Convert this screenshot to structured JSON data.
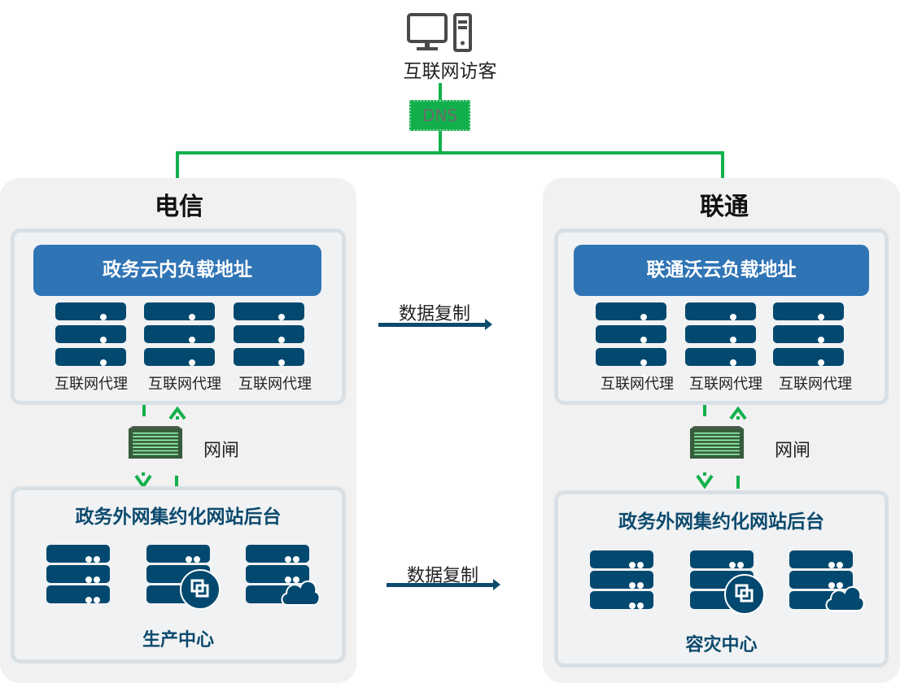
{
  "visitor": {
    "label": "互联网访客",
    "icon": "desktop-computer-icon"
  },
  "dns": {
    "label": "DNS"
  },
  "colors": {
    "green_link": "#12b04c",
    "lb_blue": "#2f74b5",
    "server_navy": "#03496f",
    "title_navy": "#0c4a6e",
    "region_bg": "#f1f1f1"
  },
  "regions": [
    {
      "title": "电信",
      "load_balancer": "政务云内负载地址",
      "proxies": [
        "互联网代理",
        "互联网代理",
        "互联网代理"
      ],
      "gateway": "网闸",
      "backend_title": "政务外网集约化网站后台",
      "center": "生产中心"
    },
    {
      "title": "联通",
      "load_balancer": "联通沃云负载地址",
      "proxies": [
        "互联网代理",
        "互联网代理",
        "互联网代理"
      ],
      "gateway": "网闸",
      "backend_title": "政务外网集约化网站后台",
      "center": "容灾中心"
    }
  ],
  "replication": [
    "数据复制",
    "数据复制"
  ]
}
